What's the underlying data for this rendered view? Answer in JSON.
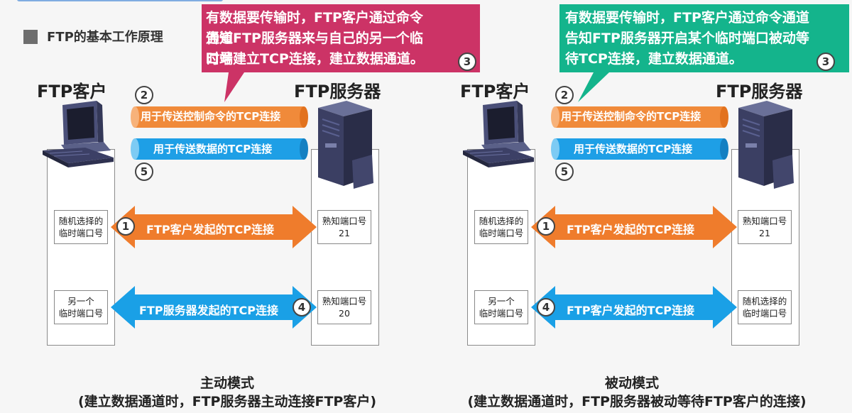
{
  "page": {
    "section_title": "FTP的基本工作原理"
  },
  "colors": {
    "callout_active": "#cc3366",
    "callout_passive": "#14b48c",
    "control_tube": "#f08a3a",
    "data_tube": "#1e9fe6",
    "arrow_orange": "#ef7c2c",
    "arrow_blue": "#1aa0e6"
  },
  "panels": [
    {
      "id": "active",
      "callout": {
        "lines": [
          "有数据要传输时，FTP客户通过命令通道",
          "告知FTP服务器来与自己的另一个临时端",
          "口号建立TCP连接，建立数据通道。"
        ],
        "step": "3"
      },
      "client_label": "FTP客户",
      "server_label": "FTP服务器",
      "control_step": "2",
      "control_label": "用于传送控制命令的TCP连接",
      "data_label": "用于传送数据的TCP连接",
      "data_step": "5",
      "rows": [
        {
          "left_port": [
            "随机选择的",
            "临时端口号"
          ],
          "step": "1",
          "arrow_label": "FTP客户发起的TCP连接",
          "right_port": [
            "熟知端口号",
            "21"
          ],
          "color": "orange"
        },
        {
          "left_port": [
            "另一个",
            "临时端口号"
          ],
          "step": "4",
          "arrow_label": "FTP服务器发起的TCP连接",
          "right_port": [
            "熟知端口号",
            "20"
          ],
          "color": "blue"
        }
      ],
      "mode_title": "主动模式",
      "mode_desc": "(建立数据通道时，FTP服务器主动连接FTP客户)"
    },
    {
      "id": "passive",
      "callout": {
        "lines": [
          "有数据要传输时，FTP客户通过命令通道",
          "告知FTP服务器开启某个临时端口被动等",
          "待TCP连接，建立数据通道。"
        ],
        "step": "3"
      },
      "client_label": "FTP客户",
      "server_label": "FTP服务器",
      "control_step": "2",
      "control_label": "用于传送控制命令的TCP连接",
      "data_label": "用于传送数据的TCP连接",
      "data_step": "5",
      "rows": [
        {
          "left_port": [
            "随机选择的",
            "临时端口号"
          ],
          "step": "1",
          "arrow_label": "FTP客户发起的TCP连接",
          "right_port": [
            "熟知端口号",
            "21"
          ],
          "color": "orange"
        },
        {
          "left_port": [
            "另一个",
            "临时端口号"
          ],
          "step": "4",
          "arrow_label": "FTP客户发起的TCP连接",
          "right_port": [
            "随机选择的",
            "临时端口号"
          ],
          "color": "blue"
        }
      ],
      "mode_title": "被动模式",
      "mode_desc": "(建立数据通道时，FTP服务器被动等待FTP客户的连接)"
    }
  ]
}
